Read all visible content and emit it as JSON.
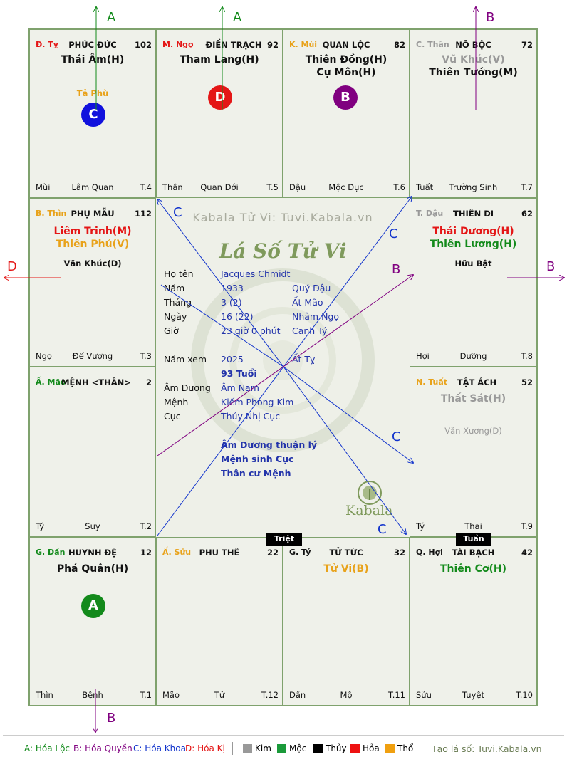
{
  "watermark": "Kabala Tử Vi: Tuvi.Kabala.vn",
  "center_title": "Lá Số Tử Vi",
  "logo_text": "Kabala",
  "palaces": {
    "ty": {
      "can": "Đ. Tỵ",
      "name": "PHÚC ĐỨC",
      "num": "102",
      "stars": [
        "Thái Âm(H)"
      ],
      "minors": [
        "Tả Phù"
      ],
      "bl": "Mùi",
      "bm": "Lâm Quan",
      "br": "T.4"
    },
    "ngo": {
      "can": "M. Ngọ",
      "name": "ĐIỀN TRẠCH",
      "num": "92",
      "stars": [
        "Tham Lang(H)"
      ],
      "minors": [],
      "bl": "Thân",
      "bm": "Quan Đới",
      "br": "T.5"
    },
    "mui": {
      "can": "K. Mùi",
      "name": "QUAN LỘC",
      "num": "82",
      "stars": [
        "Thiên Đồng(H)",
        "Cự Môn(H)"
      ],
      "minors": [],
      "bl": "Dậu",
      "bm": "Mộc Dục",
      "br": "T.6"
    },
    "than": {
      "can": "C. Thân",
      "name": "NÔ BỘC",
      "num": "72",
      "stars": [
        "Vũ Khúc(V)",
        "Thiên Tướng(M)"
      ],
      "minors": [],
      "bl": "Tuất",
      "bm": "Trường Sinh",
      "br": "T.7"
    },
    "thin": {
      "can": "B. Thìn",
      "name": "PHỤ MẪU",
      "num": "112",
      "stars": [
        "Liêm Trinh(M)",
        "Thiên Phủ(V)"
      ],
      "minors": [
        "Văn Khúc(D)"
      ],
      "bl": "Ngọ",
      "bm": "Đế Vượng",
      "br": "T.3"
    },
    "dau": {
      "can": "T. Dậu",
      "name": "THIÊN DI",
      "num": "62",
      "stars": [
        "Thái Dương(H)",
        "Thiên Lương(H)"
      ],
      "minors": [
        "Hữu Bật"
      ],
      "bl": "Hợi",
      "bm": "Dưỡng",
      "br": "T.8"
    },
    "mao": {
      "can": "Ấ. Mão",
      "name": "MỆNH <THÂN>",
      "num": "2",
      "stars": [],
      "minors": [],
      "bl": "Tý",
      "bm": "Suy",
      "br": "T.2"
    },
    "tuat": {
      "can": "N. Tuất",
      "name": "TẬT ÁCH",
      "num": "52",
      "stars": [
        "Thất Sát(H)"
      ],
      "minors": [
        "Văn Xương(D)"
      ],
      "bl": "Tý",
      "bm": "Thai",
      "br": "T.9"
    },
    "dan": {
      "can": "G. Dần",
      "name": "HUYNH ĐỆ",
      "num": "12",
      "stars": [
        "Phá Quân(H)"
      ],
      "minors": [],
      "bl": "Thìn",
      "bm": "Bệnh",
      "br": "T.1"
    },
    "suu": {
      "can": "Ấ. Sửu",
      "name": "PHU THÊ",
      "num": "22",
      "stars": [],
      "minors": [],
      "bl": "Mão",
      "bm": "Tử",
      "br": "T.12"
    },
    "ti": {
      "can": "G. Tý",
      "name": "TỬ TỨC",
      "num": "32",
      "stars": [
        "Tử Vi(B)"
      ],
      "minors": [],
      "bl": "Dần",
      "bm": "Mộ",
      "br": "T.11"
    },
    "hoi": {
      "can": "Q. Hợi",
      "name": "TÀI BẠCH",
      "num": "42",
      "stars": [
        "Thiên Cơ(H)"
      ],
      "minors": [],
      "bl": "Sửu",
      "bm": "Tuyệt",
      "br": "T.10"
    }
  },
  "badges": {
    "ty": "C",
    "ngo": "D",
    "mui": "B",
    "dan": "A"
  },
  "tags": {
    "triet": "Triệt",
    "tuan": "Tuần"
  },
  "info": {
    "ho_ten_label": "Họ tên",
    "ho_ten": "Jacques Chmidt",
    "nam_label": "Năm",
    "nam": "1933",
    "nam_cc": "Quý Dậu",
    "thang_label": "Tháng",
    "thang": "3  (2)",
    "thang_cc": "Ất Mão",
    "ngay_label": "Ngày",
    "ngay": "16  (22)",
    "ngay_cc": "Nhâm Ngọ",
    "gio_label": "Giờ",
    "gio": "23 giờ 0 phút",
    "gio_cc": "Canh Tý",
    "namxem_label": "Năm xem",
    "namxem": "2025",
    "namxem_cc": "Ất Tỵ",
    "tuoi": "93 Tuổi",
    "amduong_label": "Âm Dương",
    "amduong": "Âm Nam",
    "menh_label": "Mệnh",
    "menh": "Kiếm Phong Kim",
    "cuc_label": "Cục",
    "cuc": "Thủy Nhị Cục",
    "note1": "Âm Dương thuận lý",
    "note2": "Mệnh sinh Cục",
    "note3": "Thân cư Mệnh"
  },
  "arrow_labels": {
    "a1": "A",
    "a2": "A",
    "b_top": "B",
    "d_left": "D",
    "b_right": "B",
    "b_bottom": "B",
    "c1": "C",
    "c2": "C",
    "c3": "C",
    "c4": "C",
    "b_mid": "B"
  },
  "legend": {
    "a": "A: Hóa Lộc",
    "b": "B: Hóa Quyền",
    "c": "C: Hóa Khoa",
    "d": "D: Hóa Kị",
    "kim": "Kim",
    "moc": "Mộc",
    "thuy": "Thủy",
    "hoa": "Hỏa",
    "tho": "Thổ",
    "site": "Tạo lá số: Tuvi.Kabala.vn"
  },
  "colors": {
    "kim": "#999999",
    "moc": "#1a9a3a",
    "thuy": "#000000",
    "hoa": "#ee1111",
    "tho": "#f0a010",
    "green_text": "#138a1b",
    "red_text": "#e41616",
    "orange_text": "#e8a21a",
    "gray_text": "#999999",
    "blue_text": "#2233aa",
    "purple": "#800080",
    "badge_c": "#1111dd",
    "badge_d": "#e41616",
    "badge_b": "#800080",
    "badge_a": "#138a1b"
  }
}
